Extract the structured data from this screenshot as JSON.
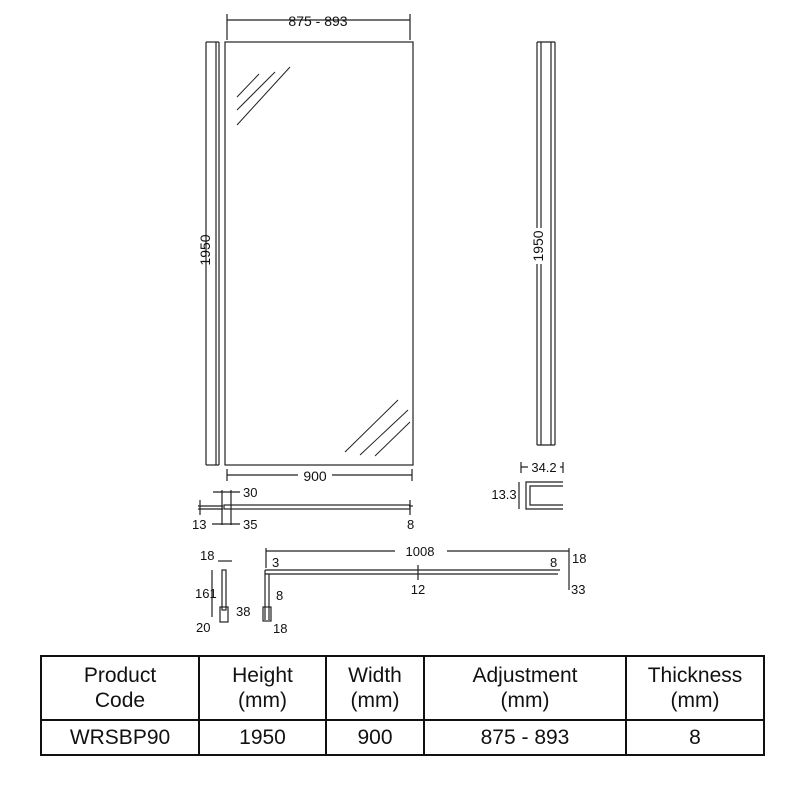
{
  "drawing": {
    "front_width_adjust": "875 - 893",
    "front_height": "1950",
    "glass_width": "900",
    "profile_height": "1950",
    "channel_width": "34.2",
    "channel_depth": "13.3",
    "plan_dims": {
      "a": "30",
      "b": "13",
      "c": "35",
      "d": "8"
    },
    "brace_dims": {
      "a": "18",
      "b": "161",
      "c": "38",
      "d": "20",
      "e": "3",
      "f": "1008",
      "g": "8",
      "h": "18",
      "i": "12",
      "j": "8",
      "k": "18",
      "l": "33"
    }
  },
  "table": {
    "headers": [
      [
        "Product",
        "Code"
      ],
      [
        "Height",
        "(mm)"
      ],
      [
        "Width",
        "(mm)"
      ],
      [
        "Adjustment",
        "(mm)"
      ],
      [
        "Thickness",
        "(mm)"
      ]
    ],
    "row": [
      "WRSBP90",
      "1950",
      "900",
      "875 - 893",
      "8"
    ]
  }
}
